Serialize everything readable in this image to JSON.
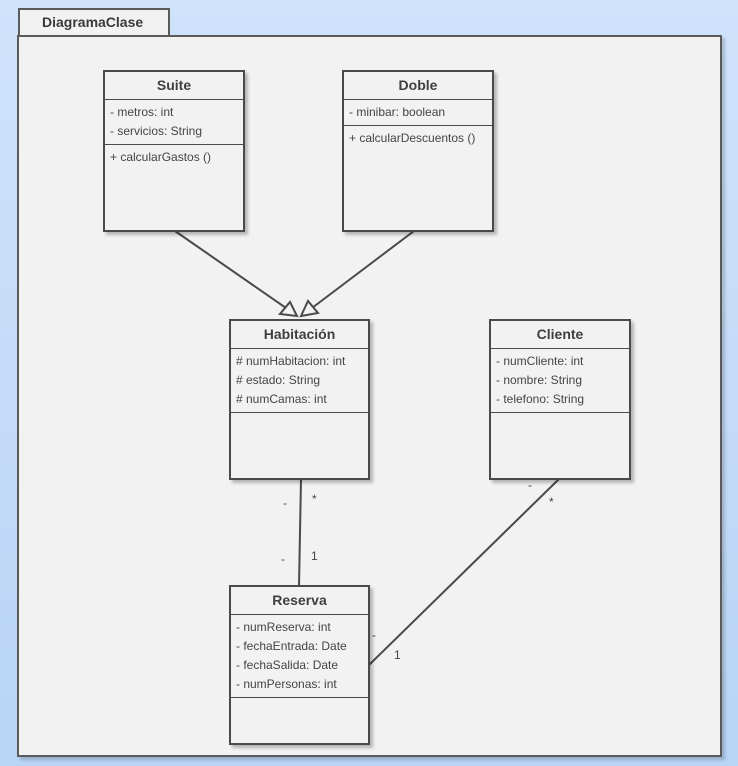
{
  "package": {
    "name": "DiagramaClase"
  },
  "classes": {
    "suite": {
      "name": "Suite",
      "attributes": [
        "- metros: int",
        "- servicios: String"
      ],
      "operations": [
        "+ calcularGastos ()"
      ]
    },
    "doble": {
      "name": "Doble",
      "attributes": [
        "- minibar: boolean"
      ],
      "operations": [
        "+ calcularDescuentos ()"
      ]
    },
    "habitacion": {
      "name": "Habitación",
      "attributes": [
        "# numHabitacion: int",
        "# estado: String",
        "# numCamas: int"
      ],
      "operations": []
    },
    "cliente": {
      "name": "Cliente",
      "attributes": [
        "- numCliente: int",
        "- nombre: String",
        "- telefono: String"
      ],
      "operations": []
    },
    "reserva": {
      "name": "Reserva",
      "attributes": [
        "- numReserva: int",
        "- fechaEntrada: Date",
        "- fechaSalida: Date",
        "- numPersonas: int"
      ],
      "operations": []
    }
  },
  "associations": {
    "habitacion_reserva": {
      "role_top": "-",
      "mult_top": "*",
      "role_bottom": "-",
      "mult_bottom": "1"
    },
    "cliente_reserva": {
      "role_top": "-",
      "mult_top": "*",
      "role_bottom": "-",
      "mult_bottom": "1"
    }
  },
  "colors": {
    "line": "#4a4a4a",
    "fill": "#f2f2f2",
    "background": "#c4dbf7"
  }
}
